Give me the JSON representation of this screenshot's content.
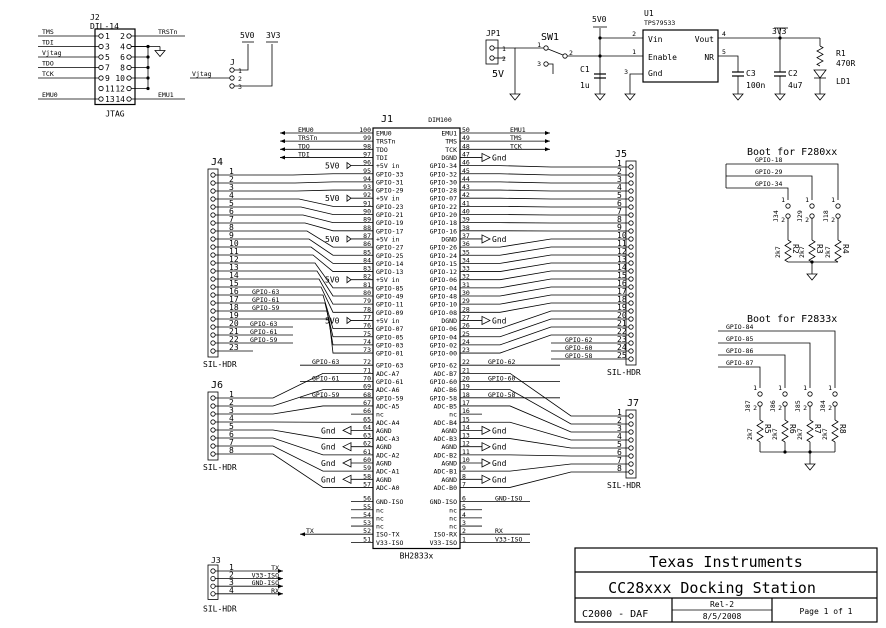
{
  "title_block": {
    "company": "Texas Instruments",
    "title": "CC28xxx Docking Station",
    "project": "C2000 - DAF",
    "rev": "Rel-2",
    "date": "8/5/2008",
    "page": "Page 1 of 1"
  },
  "jtag": {
    "ref": "J2",
    "part": "DIL-14",
    "label": "JTAG",
    "left_pins": [
      {
        "num": "1",
        "net": "TMS"
      },
      {
        "num": "3",
        "net": "TDI"
      },
      {
        "num": "5",
        "net": "Vjtag"
      },
      {
        "num": "7",
        "net": "TDO"
      },
      {
        "num": "9",
        "net": "TCK"
      },
      {
        "num": "11",
        "net": ""
      },
      {
        "num": "13",
        "net": "EMU0"
      }
    ],
    "right_pins": [
      {
        "num": "2",
        "net": "TRSTn"
      },
      {
        "num": "4",
        "net": ""
      },
      {
        "num": "6",
        "net": ""
      },
      {
        "num": "8",
        "net": ""
      },
      {
        "num": "10",
        "net": ""
      },
      {
        "num": "12",
        "net": ""
      },
      {
        "num": "14",
        "net": "EMU1"
      }
    ]
  },
  "jumper_j": {
    "ref": "J",
    "net": "Vjtag",
    "pins": [
      "1",
      "2",
      "3"
    ],
    "rail_a": "5V0",
    "rail_b": "3V3"
  },
  "power": {
    "jp1": {
      "ref": "JP1",
      "pins": [
        "1",
        "2"
      ],
      "label": "5V"
    },
    "sw1": {
      "ref": "SW1",
      "pins": [
        "1",
        "2",
        "3"
      ]
    },
    "u1": {
      "ref": "U1",
      "part": "TPS79533",
      "pins": [
        {
          "num": "2",
          "name": "Vin"
        },
        {
          "num": "1",
          "name": "Enable"
        },
        {
          "num": "3",
          "name": "Gnd"
        },
        {
          "num": "4",
          "name": "Vout"
        },
        {
          "num": "5",
          "name": "NR"
        }
      ]
    },
    "rail_in": "5V0",
    "rail_out": "3V3",
    "c1": {
      "ref": "C1",
      "value": "1u"
    },
    "c3": {
      "ref": "C3",
      "value": "100n"
    },
    "c2": {
      "ref": "C2",
      "value": "4u7"
    },
    "r1": {
      "ref": "R1",
      "value": "470R"
    },
    "ld1": {
      "ref": "LD1"
    }
  },
  "j1": {
    "ref": "J1",
    "part_top": "DIM100",
    "part_bottom": "BH2833x",
    "top_left": [
      {
        "num": "100",
        "name": "EMU0",
        "net": "EMU0"
      },
      {
        "num": "99",
        "name": "TRSTn",
        "net": "TRSTn"
      },
      {
        "num": "98",
        "name": "TDO",
        "net": "TDO"
      },
      {
        "num": "97",
        "name": "TDI",
        "net": "TDI"
      }
    ],
    "top_right": [
      {
        "num": "50",
        "name": "EMU1",
        "net": "EMU1"
      },
      {
        "num": "49",
        "name": "TMS",
        "net": "TMS"
      },
      {
        "num": "48",
        "name": "TCK",
        "net": "TCK"
      },
      {
        "num": "47",
        "name": "DGND",
        "net": "Gnd"
      }
    ],
    "left": [
      {
        "num": "96",
        "name": "+5V in",
        "net": "5V0"
      },
      {
        "num": "95",
        "name": "GPIO-33"
      },
      {
        "num": "94",
        "name": "GPIO-31"
      },
      {
        "num": "93",
        "name": "GPIO-29"
      },
      {
        "num": "92",
        "name": "+5V in",
        "net": "5V0"
      },
      {
        "num": "91",
        "name": "GPIO-23"
      },
      {
        "num": "90",
        "name": "GPIO-21"
      },
      {
        "num": "89",
        "name": "GPIO-19"
      },
      {
        "num": "88",
        "name": "GPIO-17"
      },
      {
        "num": "87",
        "name": "+5V in",
        "net": "5V0"
      },
      {
        "num": "86",
        "name": "GPIO-27"
      },
      {
        "num": "85",
        "name": "GPIO-25"
      },
      {
        "num": "84",
        "name": "GPIO-14"
      },
      {
        "num": "83",
        "name": "GPIO-13"
      },
      {
        "num": "82",
        "name": "+5V in",
        "net": "5V0"
      },
      {
        "num": "81",
        "name": "GPIO-85"
      },
      {
        "num": "80",
        "name": "GPIO-49"
      },
      {
        "num": "79",
        "name": "GPIO-11"
      },
      {
        "num": "78",
        "name": "GPIO-09"
      },
      {
        "num": "77",
        "name": "+5V in",
        "net": "5V0"
      },
      {
        "num": "76",
        "name": "GPIO-07",
        "net": "GPIO-63"
      },
      {
        "num": "75",
        "name": "GPIO-05",
        "net": "GPIO-61"
      },
      {
        "num": "74",
        "name": "GPIO-03",
        "net": "GPIO-59"
      },
      {
        "num": "73",
        "name": "GPIO-01"
      }
    ],
    "right": [
      {
        "num": "46",
        "name": "GPIO-34"
      },
      {
        "num": "45",
        "name": "GPIO-32"
      },
      {
        "num": "44",
        "name": "GPIO-30"
      },
      {
        "num": "43",
        "name": "GPIO-28"
      },
      {
        "num": "42",
        "name": "GPIO-07"
      },
      {
        "num": "41",
        "name": "GPIO-22"
      },
      {
        "num": "40",
        "name": "GPIO-20"
      },
      {
        "num": "39",
        "name": "GPIO-18"
      },
      {
        "num": "38",
        "name": "GPIO-16"
      },
      {
        "num": "37",
        "name": "DGND",
        "net": "Gnd"
      },
      {
        "num": "36",
        "name": "GPIO-26"
      },
      {
        "num": "35",
        "name": "GPIO-24"
      },
      {
        "num": "34",
        "name": "GPIO-15"
      },
      {
        "num": "33",
        "name": "GPIO-12"
      },
      {
        "num": "32",
        "name": "GPIO-06"
      },
      {
        "num": "31",
        "name": "GPIO-04"
      },
      {
        "num": "30",
        "name": "GPIO-48"
      },
      {
        "num": "29",
        "name": "GPIO-10"
      },
      {
        "num": "28",
        "name": "GPIO-08"
      },
      {
        "num": "27",
        "name": "DGND",
        "net": "Gnd"
      },
      {
        "num": "26",
        "name": "GPIO-06"
      },
      {
        "num": "25",
        "name": "GPIO-04"
      },
      {
        "num": "24",
        "name": "GPIO-02",
        "net": "GPIO-62"
      },
      {
        "num": "23",
        "name": "GPIO-00",
        "net": "GPIO-60"
      }
    ],
    "adc_left": [
      {
        "num": "72",
        "name": "GPIO-63",
        "net": "GPIO-63"
      },
      {
        "num": "71",
        "name": "ADC-A7"
      },
      {
        "num": "70",
        "name": "GPIO-61",
        "net": "GPIO-61"
      },
      {
        "num": "69",
        "name": "ADC-A6"
      },
      {
        "num": "68",
        "name": "GPIO-59",
        "net": "GPIO-59"
      },
      {
        "num": "67",
        "name": "ADC-A5"
      },
      {
        "num": "66",
        "name": "nc"
      },
      {
        "num": "65",
        "name": "ADC-A4"
      },
      {
        "num": "64",
        "name": "AGND",
        "net": "Gnd"
      },
      {
        "num": "63",
        "name": "ADC-A3"
      },
      {
        "num": "62",
        "name": "AGND",
        "net": "Gnd"
      },
      {
        "num": "61",
        "name": "ADC-A2"
      },
      {
        "num": "60",
        "name": "AGND",
        "net": "Gnd"
      },
      {
        "num": "59",
        "name": "ADC-A1"
      },
      {
        "num": "58",
        "name": "AGND",
        "net": "Gnd"
      },
      {
        "num": "57",
        "name": "ADC-A0"
      }
    ],
    "adc_right": [
      {
        "num": "22",
        "name": "GPIO-62",
        "net": "GPIO-62"
      },
      {
        "num": "21",
        "name": "ADC-B7"
      },
      {
        "num": "20",
        "name": "GPIO-60",
        "net": "GPIO-60"
      },
      {
        "num": "19",
        "name": "ADC-B6"
      },
      {
        "num": "18",
        "name": "GPIO-58",
        "net": "GPIO-58"
      },
      {
        "num": "17",
        "name": "ADC-B5"
      },
      {
        "num": "16",
        "name": "nc"
      },
      {
        "num": "15",
        "name": "ADC-B4"
      },
      {
        "num": "14",
        "name": "AGND",
        "net": "Gnd"
      },
      {
        "num": "13",
        "name": "ADC-B3"
      },
      {
        "num": "12",
        "name": "AGND",
        "net": "Gnd"
      },
      {
        "num": "11",
        "name": "ADC-B2"
      },
      {
        "num": "10",
        "name": "AGND",
        "net": "Gnd"
      },
      {
        "num": "9",
        "name": "ADC-B1"
      },
      {
        "num": "8",
        "name": "AGND",
        "net": "Gnd"
      },
      {
        "num": "7",
        "name": "ADC-B0"
      }
    ],
    "iso_left": [
      {
        "num": "56",
        "name": "GND-ISO"
      },
      {
        "num": "55",
        "name": "nc"
      },
      {
        "num": "54",
        "name": "nc"
      },
      {
        "num": "53",
        "name": "nc"
      },
      {
        "num": "52",
        "name": "ISO-TX",
        "net": "TX"
      },
      {
        "num": "51",
        "name": "V33-ISO"
      }
    ],
    "iso_right": [
      {
        "num": "6",
        "name": "GND-ISO",
        "net": "GND-ISO"
      },
      {
        "num": "5",
        "name": "nc"
      },
      {
        "num": "4",
        "name": "nc"
      },
      {
        "num": "3",
        "name": "nc"
      },
      {
        "num": "2",
        "name": "ISO-RX",
        "net": "RX"
      },
      {
        "num": "1",
        "name": "V33-ISO",
        "net": "V33-ISO"
      }
    ]
  },
  "j4": {
    "ref": "J4",
    "type": "SIL-HDR",
    "pins": [
      "1",
      "2",
      "3",
      "4",
      "5",
      "6",
      "7",
      "8",
      "9",
      "10",
      "11",
      "12",
      "13",
      "14",
      "15",
      "16",
      "17",
      "18",
      "19",
      "20",
      "21",
      "22",
      "23"
    ],
    "extra_nets": [
      {
        "pin": "20",
        "net": "GPIO-63"
      },
      {
        "pin": "21",
        "net": "GPIO-61"
      },
      {
        "pin": "22",
        "net": "GPIO-59"
      }
    ]
  },
  "j5": {
    "ref": "J5",
    "type": "SIL-HDR",
    "pins": [
      "1",
      "2",
      "3",
      "4",
      "5",
      "6",
      "7",
      "8",
      "9",
      "10",
      "11",
      "12",
      "13",
      "14",
      "15",
      "16",
      "17",
      "18",
      "19",
      "20",
      "21",
      "22",
      "23",
      "24",
      "25"
    ],
    "extra_nets": [
      {
        "pin": "23",
        "net": "GPIO-62"
      },
      {
        "pin": "24",
        "net": "GPIO-60"
      },
      {
        "pin": "25",
        "net": "GPIO-58"
      }
    ]
  },
  "j6": {
    "ref": "J6",
    "type": "SIL-HDR",
    "pins": [
      "1",
      "2",
      "3",
      "4",
      "5",
      "6",
      "7",
      "8"
    ]
  },
  "j7": {
    "ref": "J7",
    "type": "SIL-HDR",
    "pins": [
      "1",
      "2",
      "3",
      "4",
      "5",
      "6",
      "7",
      "8"
    ]
  },
  "j3": {
    "ref": "J3",
    "type": "SIL-HDR",
    "pins": [
      {
        "num": "1",
        "net": "TX"
      },
      {
        "num": "2",
        "net": "V33-ISO"
      },
      {
        "num": "3",
        "net": "GND-ISO"
      },
      {
        "num": "4",
        "net": "RX"
      }
    ]
  },
  "boot_f280": {
    "title": "Boot for F280xx",
    "nets": [
      "GPIO-18",
      "GPIO-29",
      "GPIO-34"
    ],
    "jumpers": [
      "J34",
      "J29",
      "J18"
    ],
    "jumper_pins": [
      "1",
      "2"
    ],
    "resistors": [
      {
        "ref": "R2",
        "value": "2k7"
      },
      {
        "ref": "R3",
        "value": "2k7"
      },
      {
        "ref": "R4",
        "value": "2k7"
      }
    ]
  },
  "boot_f2833": {
    "title": "Boot for F2833x",
    "nets": [
      "GPIO-84",
      "GPIO-85",
      "GPIO-86",
      "GPIO-87"
    ],
    "jumpers": [
      "J87",
      "J86",
      "J85",
      "J84"
    ],
    "jumper_pins": [
      "1",
      "2"
    ],
    "resistors": [
      {
        "ref": "R5",
        "value": "2k7"
      },
      {
        "ref": "R6",
        "value": "2k7"
      },
      {
        "ref": "R7",
        "value": "2k7"
      },
      {
        "ref": "R8",
        "value": "2k7"
      }
    ]
  },
  "labels": {
    "gnd": "Gnd",
    "v5": "5V0",
    "v33": "3V3"
  }
}
